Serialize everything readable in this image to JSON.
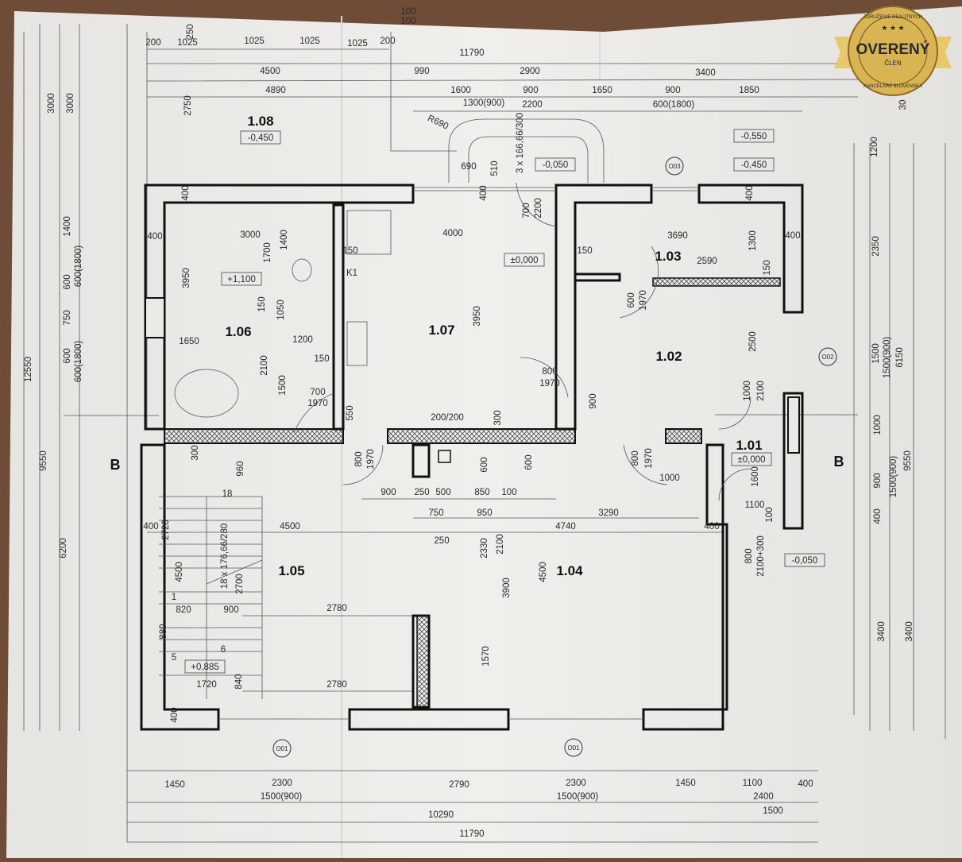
{
  "plan": {
    "rooms": [
      "1.08",
      "1.06",
      "1.07",
      "1.03",
      "1.02",
      "1.01",
      "1.05",
      "1.04"
    ],
    "levels": [
      "-0,450",
      "-0,050",
      "-0,550",
      "-0,450",
      "+1,100",
      "±0,000",
      "±0,000",
      "-0,050",
      "+0,885"
    ],
    "markers": [
      "O03",
      "O02",
      "O01",
      "O01"
    ],
    "sections": [
      "B",
      "B"
    ],
    "dimensions": [
      "200",
      "1025",
      "1025",
      "1025",
      "1025",
      "200",
      "250",
      "100",
      "100",
      "11790",
      "4500",
      "990",
      "2900",
      "3400",
      "4890",
      "1600",
      "900",
      "1650",
      "900",
      "1850",
      "1300(900)",
      "2200",
      "600(1800)",
      "2750",
      "3000",
      "3000",
      "R690",
      "690",
      "510",
      "3 x 166,66/300",
      "1200",
      "30",
      "400",
      "400",
      "3000",
      "1400",
      "1700",
      "3950",
      "150",
      "K1",
      "4000",
      "400",
      "700",
      "2200",
      "150",
      "3690",
      "2590",
      "1300",
      "400",
      "400",
      "150",
      "2350",
      "150",
      "1050",
      "1650",
      "1200",
      "150",
      "2100",
      "1500",
      "700",
      "1970",
      "550",
      "3950",
      "600",
      "1970",
      "2500",
      "800",
      "1970",
      "900",
      "1000",
      "2100",
      "200/200",
      "300",
      "1400",
      "600",
      "600(1800)",
      "750",
      "600",
      "600(1800)",
      "12550",
      "9550",
      "6200",
      "1500",
      "1500(900)",
      "6150",
      "1000",
      "900",
      "1500(900)",
      "9550",
      "400",
      "3400",
      "3400",
      "300",
      "960",
      "800",
      "1970",
      "600",
      "600",
      "800",
      "1970",
      "1000",
      "1600",
      "1100",
      "100",
      "18",
      "900",
      "250",
      "500",
      "850",
      "100",
      "750",
      "950",
      "3290",
      "400",
      "4500",
      "4740",
      "400",
      "2720",
      "250",
      "2330",
      "2100",
      "18 x 176,66/280",
      "4500",
      "4500",
      "3900",
      "800",
      "2100+300",
      "2700",
      "1",
      "820",
      "900",
      "2780",
      "1570",
      "5",
      "6",
      "880",
      "1720",
      "840",
      "2780",
      "400",
      "1450",
      "2300",
      "2790",
      "2300",
      "1450",
      "1100",
      "400",
      "1500(900)",
      "1500(900)",
      "2400",
      "10290",
      "1500",
      "11790"
    ]
  },
  "badge": {
    "top_arc": "ZDRUŽENIE REALITNÝCH",
    "title": "OVERENÝ",
    "subtitle": "ČLEN",
    "bottom_arc": "KANCELÁRIÍ SLOVENSKA"
  },
  "colors": {
    "paper": "#ebe9e5",
    "ink": "#111111",
    "gold": "#d9b453",
    "wood": "#6e4c37"
  }
}
